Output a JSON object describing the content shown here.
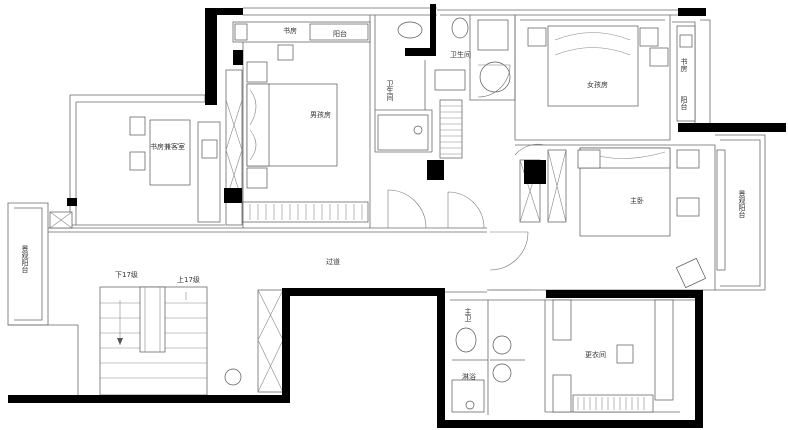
{
  "rooms": {
    "study": "书房",
    "balcony_small": "阳台",
    "toilet_upper": "卫生间",
    "washroom_upper": "卫生间",
    "second_bedroom": "男孩房",
    "girl_room": "女孩房",
    "study_guest": "书房兼客室",
    "study_right": "书房",
    "balcony_right": "阳台",
    "master_bedroom": "主卧",
    "corridor": "过道",
    "balcony_left": "景观阳台",
    "balcony_master": "景观阳台",
    "stairs_down": "下17级",
    "stairs_up": "上17级",
    "master_toilet": "主卫",
    "shower": "淋浴",
    "closet": "更衣间"
  },
  "colors": {
    "wall": "#000000",
    "line": "#6a6a6a",
    "background": "#ffffff"
  }
}
